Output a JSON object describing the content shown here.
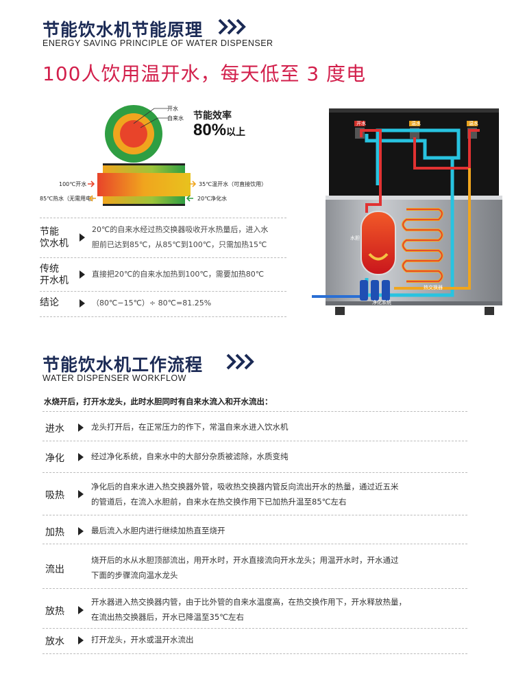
{
  "section1": {
    "title": "节能饮水机节能原理",
    "subtitle": "ENERGY SAVING PRINCIPLE OF WATER DISPENSER",
    "headline": "100人饮用温开水，每天低至 3 度电"
  },
  "diagram": {
    "label_boiling": "开水",
    "label_tap": "自来水",
    "efficiency_label": "节能效率",
    "efficiency_value": "80%",
    "efficiency_suffix": "以上",
    "pipe_left_top": "100℃开水",
    "pipe_left_bottom": "85℃热水（无需用电）",
    "pipe_right_top": "35℃温开水（可直接饮用）",
    "pipe_right_bottom": "20℃净化水",
    "colors": {
      "hot": "#e8442a",
      "warm": "#f0a51e",
      "cold": "#2f9e43"
    }
  },
  "comparison": [
    {
      "label": "节能\n饮水机",
      "text": "20℃的自来水经过热交换器吸收开水热量后，进入水\n胆前已达到85℃，从85℃到100℃，只需加热15℃"
    },
    {
      "label": "传统\n开水机",
      "text": "直接把20℃的自来水加热到100℃，需要加热80℃"
    },
    {
      "label": "结论",
      "text": "（80℃−15℃）÷ 80℃=81.25%"
    }
  ],
  "machine": {
    "tap_labels": [
      "开水",
      "温水",
      "温水"
    ],
    "tank_label": "水胆",
    "exchanger_label": "热交换器",
    "filter_label": "净化系统"
  },
  "section2": {
    "title": "节能饮水机工作流程",
    "subtitle": "WATER DISPENSER WORKFLOW",
    "intro": "水烧开后，打开水龙头，此时水胆同时有自来水流入和开水流出："
  },
  "workflow": [
    {
      "label": "进水",
      "text": "龙头打开后，在正常压力的作下，常温自来水进入饮水机"
    },
    {
      "label": "净化",
      "text": "经过净化系统，自来水中的大部分杂质被滤除，水质变纯"
    },
    {
      "label": "吸热",
      "text": "净化后的自来水进入热交换器外管，吸收热交换器内管反向流出开水的热量，通过近五米\n的管道后，在流入水胆前，自来水在热交换作用下已加热升温至85℃左右"
    },
    {
      "label": "加热",
      "text": "最后流入水胆内进行继续加热直至烧开"
    },
    {
      "label": "流出",
      "text": "烧开后的水从水胆顶部流出，用开水时，开水直接流向开水龙头；用温开水时，开水通过\n下面的步骤流向温水龙头"
    },
    {
      "label": "放热",
      "text": "开水器进入热交换器内管，由于比外管的自来水温度高，在热交换作用下，开水释放热量，\n在流出热交换器后，开水已降温至35℃左右"
    },
    {
      "label": "放水",
      "text": "打开龙头，开水或温开水流出"
    }
  ]
}
